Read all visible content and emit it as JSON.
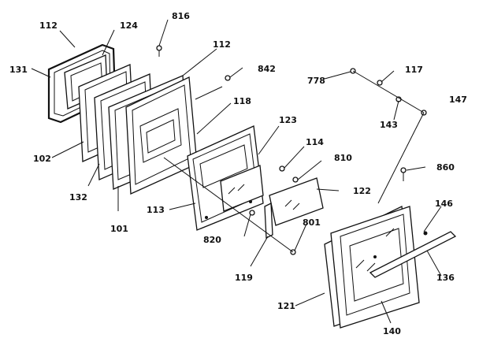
{
  "diagram": {
    "labels": {
      "l112a": "112",
      "l124": "124",
      "l816": "816",
      "l112b": "112",
      "l131": "131",
      "l842": "842",
      "l778": "778",
      "l117": "117",
      "l147": "147",
      "l118": "118",
      "l143": "143",
      "l123": "123",
      "l102": "102",
      "l114": "114",
      "l810": "810",
      "l860": "860",
      "l132": "132",
      "l122": "122",
      "l146": "146",
      "l101": "101",
      "l113": "113",
      "l801": "801",
      "l820": "820",
      "l119": "119",
      "l136": "136",
      "l121": "121",
      "l140": "140"
    }
  }
}
